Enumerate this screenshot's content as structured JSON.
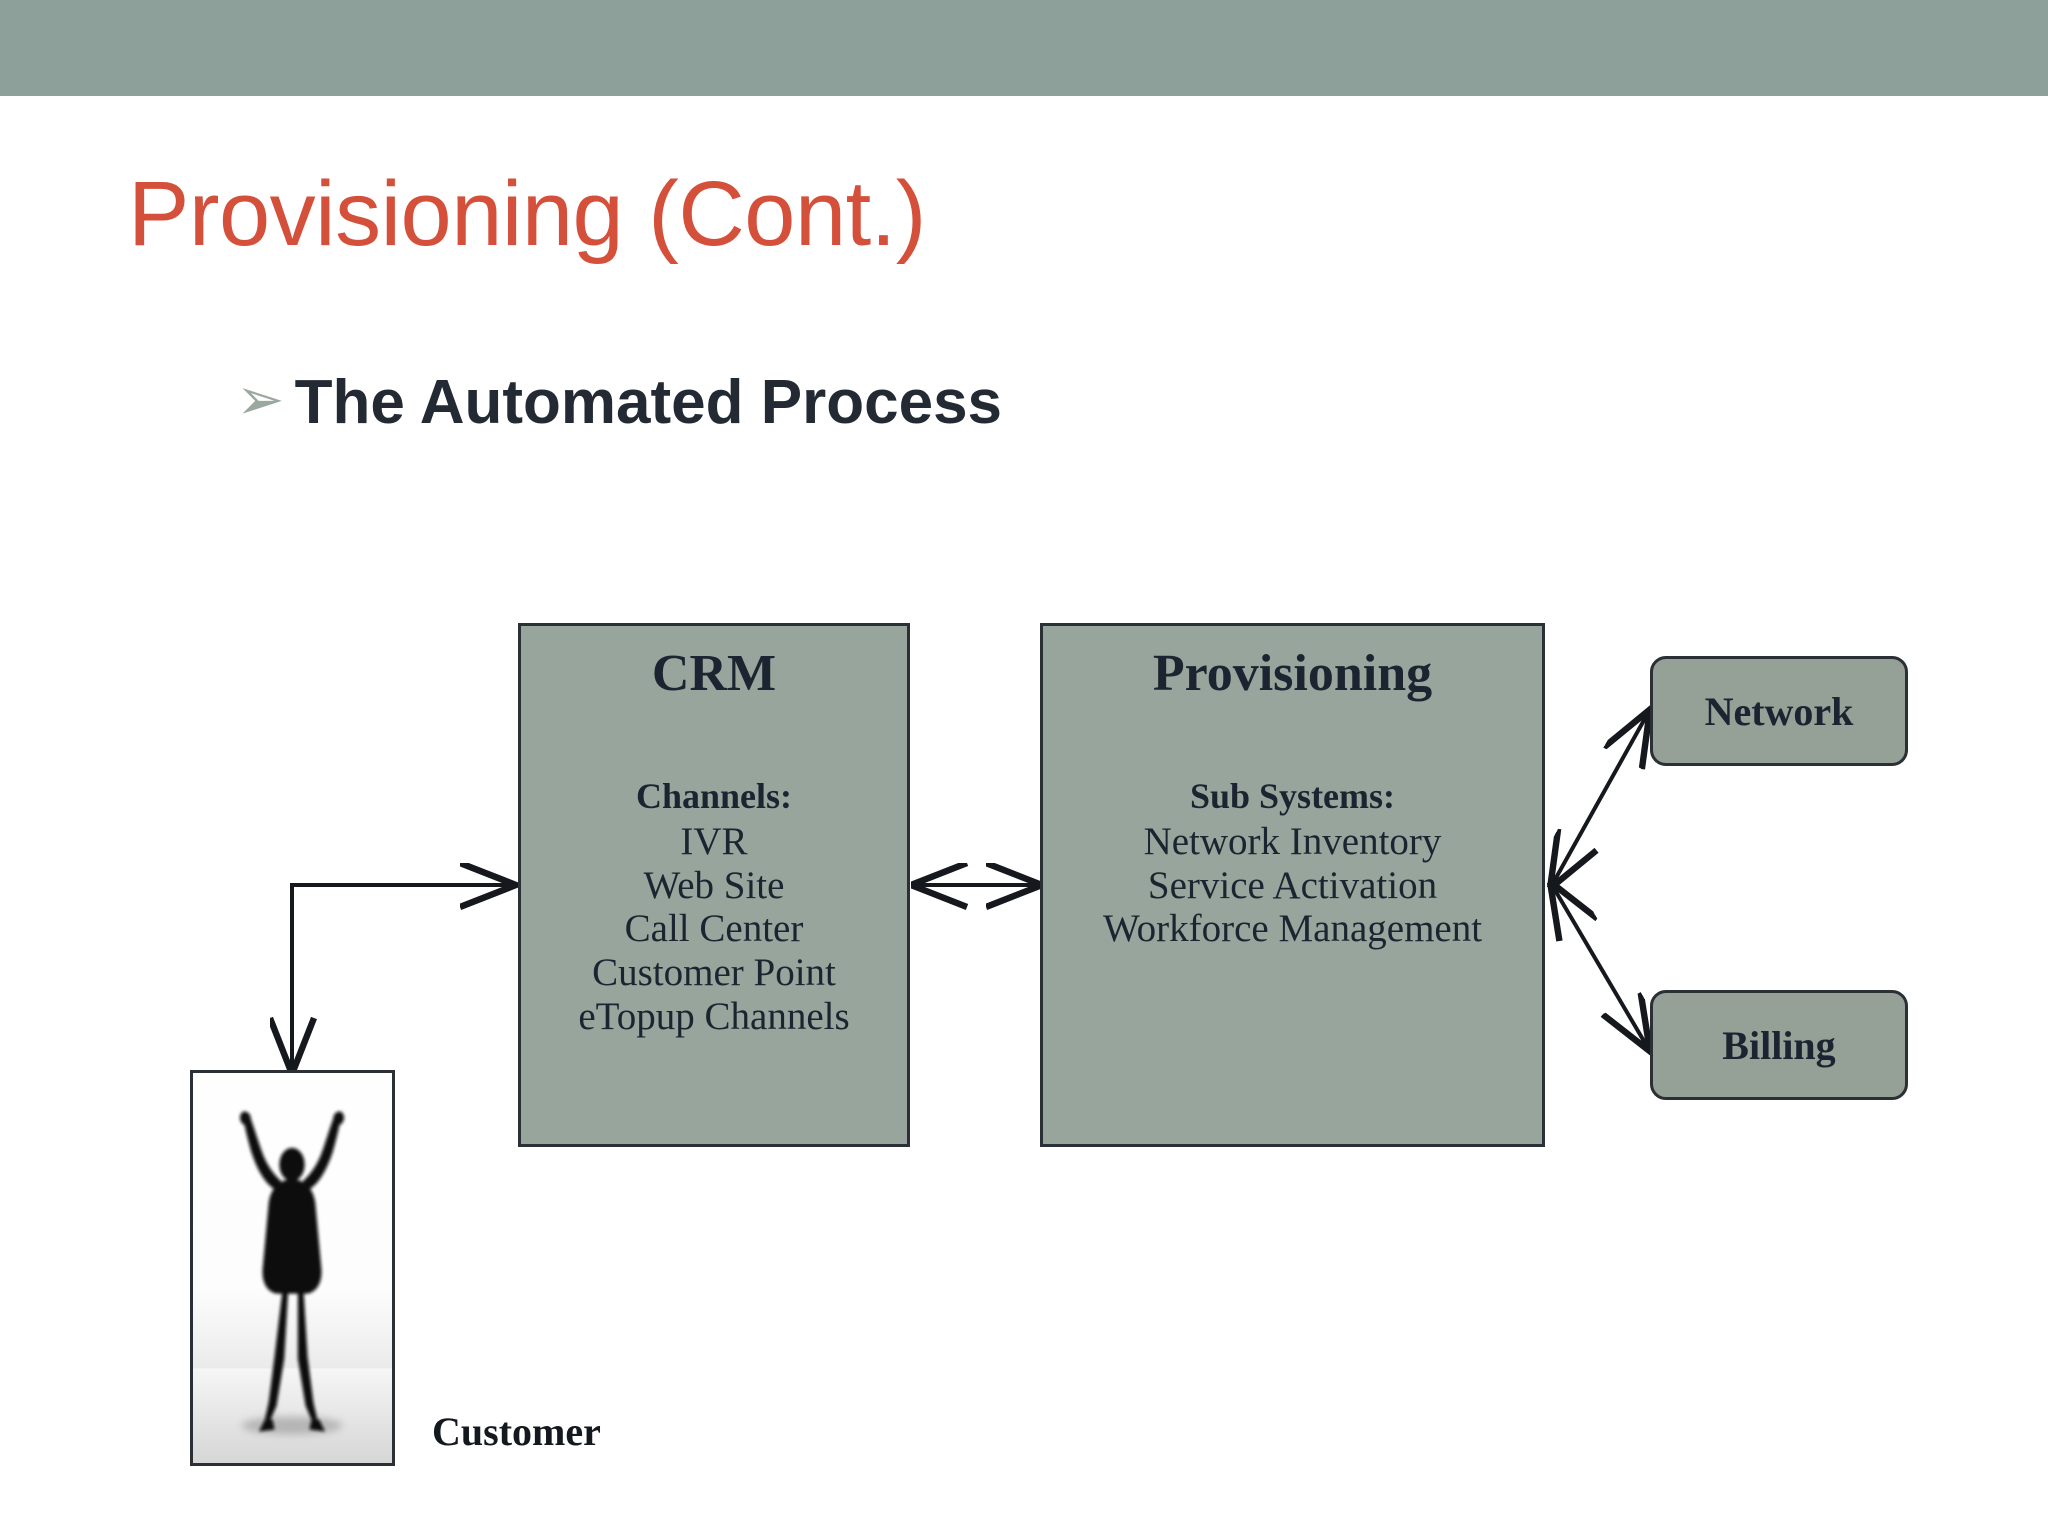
{
  "slide": {
    "title": "Provisioning (Cont.)",
    "title_color": "#D4503A",
    "band_color": "#8EA09A",
    "background_color": "#FFFFFF"
  },
  "bullet": {
    "marker": "➢",
    "marker_name": "arrow-bullet-icon",
    "marker_color": "#9AA89E",
    "text": "The Automated Process"
  },
  "diagram": {
    "box_fill": "#97A59C",
    "box_border": "#2B2F36",
    "crm": {
      "title": "CRM",
      "subtitle": "Channels:",
      "items": [
        "IVR",
        "Web Site",
        "Call Center",
        "Customer Point",
        "eTopup Channels"
      ]
    },
    "provisioning": {
      "title": "Provisioning",
      "subtitle": "Sub Systems:",
      "items": [
        "Network Inventory",
        "Service Activation",
        "Workforce Management"
      ]
    },
    "network": {
      "label": "Network"
    },
    "billing": {
      "label": "Billing"
    },
    "customer": {
      "label": "Customer",
      "image_name": "customer-silhouette-photo"
    },
    "connectors": [
      {
        "name": "customer-to-crm",
        "from": "Customer",
        "to": "CRM",
        "style": "elbow",
        "arrowheads": "both"
      },
      {
        "name": "crm-to-provisioning",
        "from": "CRM",
        "to": "Provisioning",
        "style": "straight",
        "arrowheads": "both"
      },
      {
        "name": "provisioning-to-network",
        "from": "Provisioning",
        "to": "Network",
        "style": "diagonal",
        "arrowheads": "both"
      },
      {
        "name": "provisioning-to-billing",
        "from": "Provisioning",
        "to": "Billing",
        "style": "diagonal",
        "arrowheads": "both"
      }
    ]
  }
}
